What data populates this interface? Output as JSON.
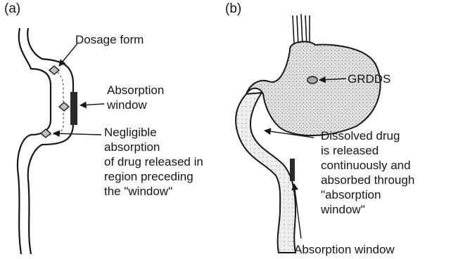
{
  "panels": {
    "a": {
      "tag": "(a)",
      "dosage_form": "Dosage form",
      "absorption_window": [
        "Absorption",
        "window"
      ],
      "negligible": [
        "Negligible",
        "absorption",
        "of drug released in",
        "region preceding",
        "the \"window\""
      ]
    },
    "b": {
      "tag": "(b)",
      "grdds": "GRDDS",
      "dissolved": [
        "Dissolved drug",
        "is released",
        "continuously and",
        "absorbed through",
        "\"absorption",
        "window\""
      ],
      "absorption_window": "Absorption window"
    }
  },
  "colors": {
    "ink": "#161616",
    "stomach_fill": "#d9d9d9",
    "window_band": "#2a2a2a"
  }
}
